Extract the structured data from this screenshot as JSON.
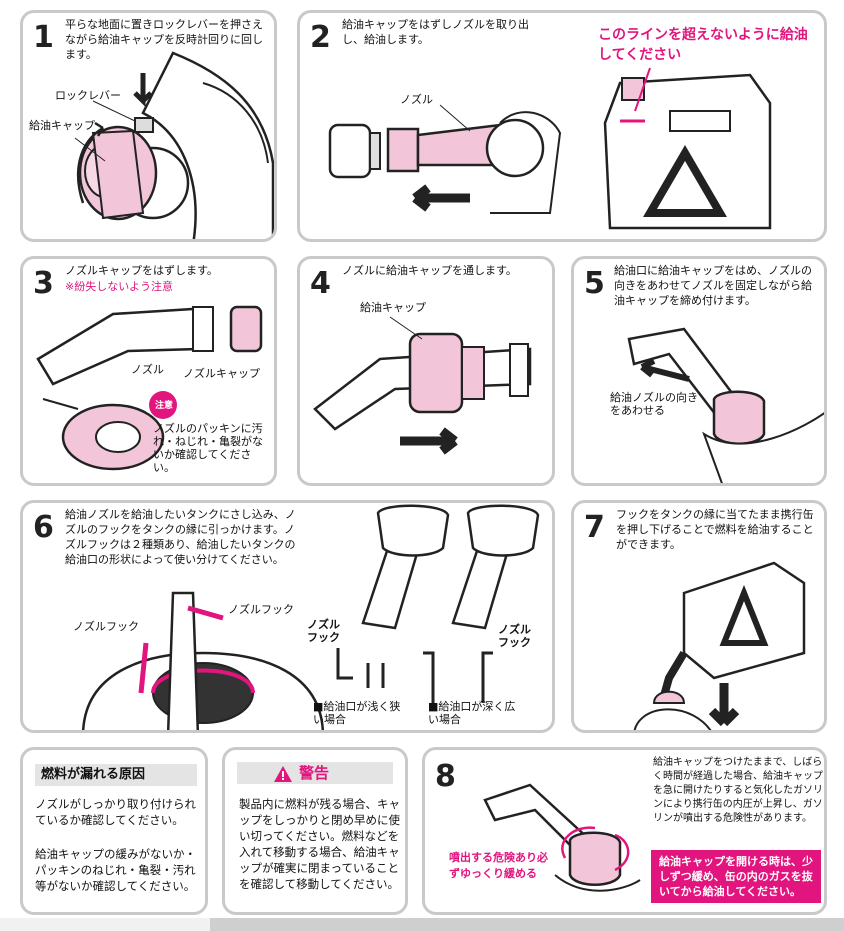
{
  "steps": {
    "s1": {
      "num": "1",
      "text": "平らな地面に置きロックレバーを押さえながら給油キャップを反時計回りに回します。",
      "label_lever": "ロックレバー",
      "label_cap": "給油キャップ"
    },
    "s2": {
      "num": "2",
      "text": "給油キャップをはずしノズルを取り出し、給油します。",
      "label_nozzle": "ノズル",
      "warning": "このラインを超えないように給油してください"
    },
    "s3": {
      "num": "3",
      "text": "ノズルキャップをはずします。",
      "note": "※紛失しないよう注意",
      "label_nozzle": "ノズル",
      "label_nozzle_cap": "ノズルキャップ",
      "caution_badge": "注意",
      "caution_text": "ノズルのパッキンに汚れ・ねじれ・亀裂がないか確認してください。"
    },
    "s4": {
      "num": "4",
      "text": "ノズルに給油キャップを通します。",
      "label_cap": "給油キャップ"
    },
    "s5": {
      "num": "5",
      "text": "給油口に給油キャップをはめ、ノズルの向きをあわせてノズルを固定しながら給油キャップを締め付けます。",
      "label_align": "給油ノズルの向きをあわせる"
    },
    "s6": {
      "num": "6",
      "text": "給油ノズルを給油したいタンクにさし込み、ノズルのフックをタンクの縁に引っかけます。ノズルフックは２種類あり、給油したいタンクの給油口の形状によって使い分けてください。",
      "label_hook_a": "ノズルフック",
      "label_hook_b": "ノズルフック",
      "label_hook_c": "ノズルフック",
      "label_hook_d": "ノズルフック",
      "case_shallow": "■給油口が浅く狭い場合",
      "case_deep": "■給油口が深く広い場合"
    },
    "s7": {
      "num": "7",
      "text": "フックをタンクの縁に当てたまま携行缶を押し下げることで燃料を給油することができます。"
    },
    "s8": {
      "num": "8",
      "text": "給油キャップをつけたままで、しばらく時間が経過した場合、給油キャップを急に開けたりすると気化したガソリンにより携行缶の内圧が上昇し、ガソリンが噴出する危険性があります。",
      "danger_label": "噴出する危険あり必ずゆっくり緩める",
      "warn_box": "給油キャップを開ける時は、少しずつ緩め、缶の内のガスを抜いてから給油してください。"
    }
  },
  "leak": {
    "title": "燃料が漏れる原因",
    "p1": "ノズルがしっかり取り付けられているか確認してください。",
    "p2": "給油キャップの緩みがないか・パッキンのねじれ・亀裂・汚れ等がないか確認してください。"
  },
  "warning_panel": {
    "title": "警告",
    "text": "製品内に燃料が残る場合、キャップをしっかりと閉め早めに使い切ってください。燃料などを入れて移動する場合、給油キャップが確実に閉まっていることを確認して移動してください。"
  },
  "colors": {
    "accent": "#e2157f",
    "pink_fill": "#f2c6d8",
    "border": "#c9c9c9"
  }
}
